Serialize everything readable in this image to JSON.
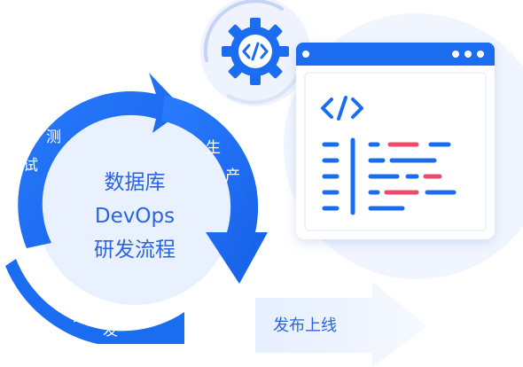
{
  "center_title": {
    "line1": "数据库",
    "line2": "DevOps",
    "line3": "研发流程"
  },
  "cycle_labels": {
    "test": [
      "测",
      "试"
    ],
    "produce": [
      "生",
      "产"
    ],
    "develop": [
      "开",
      "发"
    ]
  },
  "release_label": "发布上线",
  "icons": {
    "gear": "gear-code-icon",
    "code": "code-brackets-icon",
    "window": "browser-window-icon"
  },
  "colors": {
    "primary_blue": "#1a6cf0",
    "light_blue": "#e9f1fe",
    "red_accent": "#f04a6a",
    "arrow_fill": "#eef4ff",
    "text_blue": "#2b64e0"
  }
}
